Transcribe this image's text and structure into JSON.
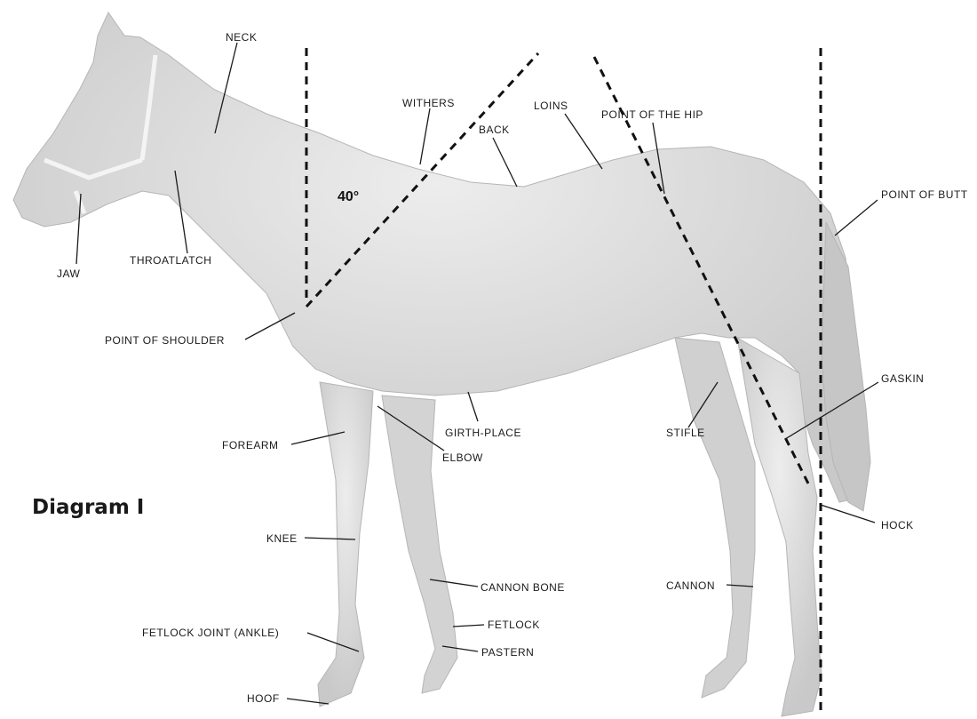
{
  "title": "Diagram I",
  "angle_label": "40°",
  "labels": {
    "neck": "NECK",
    "withers": "WITHERS",
    "loins": "LOINS",
    "point_of_hip": "POINT OF THE HIP",
    "back": "BACK",
    "point_of_butt": "POINT OF BUTT",
    "jaw": "JAW",
    "throatlatch": "THROATLATCH",
    "point_of_shoulder": "POINT OF SHOULDER",
    "gaskin": "GASKIN",
    "forearm": "FOREARM",
    "girth_place": "GIRTH-PLACE",
    "stifle": "STIFLE",
    "elbow": "ELBOW",
    "hock": "HOCK",
    "knee": "KNEE",
    "cannon_bone": "CANNON BONE",
    "cannon": "CANNON",
    "fetlock": "FETLOCK",
    "fetlock_joint": "FETLOCK JOINT (ANKLE)",
    "pastern": "PASTERN",
    "hoof": "HOOF"
  }
}
